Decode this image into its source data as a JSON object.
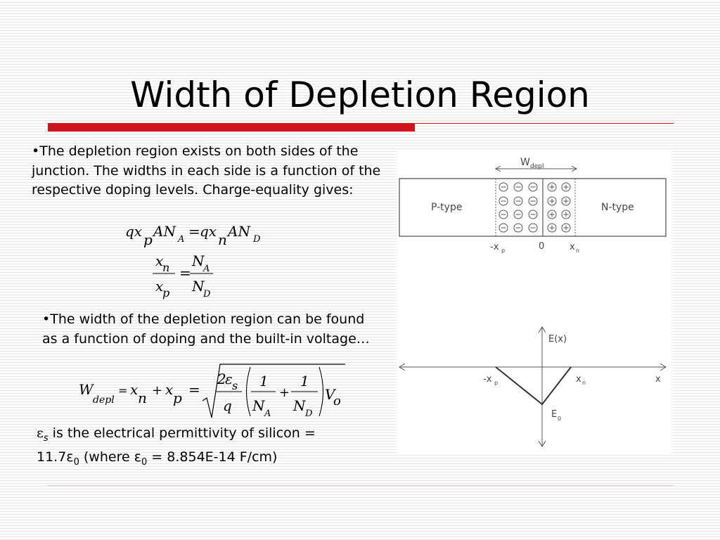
{
  "slide": {
    "title": "Width of Depletion Region",
    "paragraph1": "•The depletion region exists on both sides of the junction. The widths in each side is a function of the respective doping levels. Charge-equality gives:",
    "paragraph2": "•The width of the depletion region can be found as a function of doping and the built-in voltage…",
    "paragraph3_sym": "ε",
    "paragraph3_sub": "s",
    "paragraph3_a": " is the electrical permittivity of silicon = 11.7ε",
    "paragraph3_b": "0",
    "paragraph3_c": " (where ε",
    "paragraph3_d": "0",
    "paragraph3_e": " = 8.854E-14 F/cm)"
  },
  "figure": {
    "wdepl": "W",
    "wdepl_sub": "depl",
    "p_type": "P-type",
    "n_type": "N-type",
    "neg_xp": "-x",
    "neg_xp_sub": "p",
    "zero": "0",
    "xn": "x",
    "xn_sub": "n",
    "e_axis": "E(x)",
    "x_axis": "x",
    "lower_neg_xp": "-x",
    "lower_neg_xp_sub": "p",
    "lower_xn": "x",
    "lower_xn_sub": "n",
    "e0": "E",
    "e0_sub": "0"
  },
  "colors": {
    "accent_red": "#d0121b"
  }
}
